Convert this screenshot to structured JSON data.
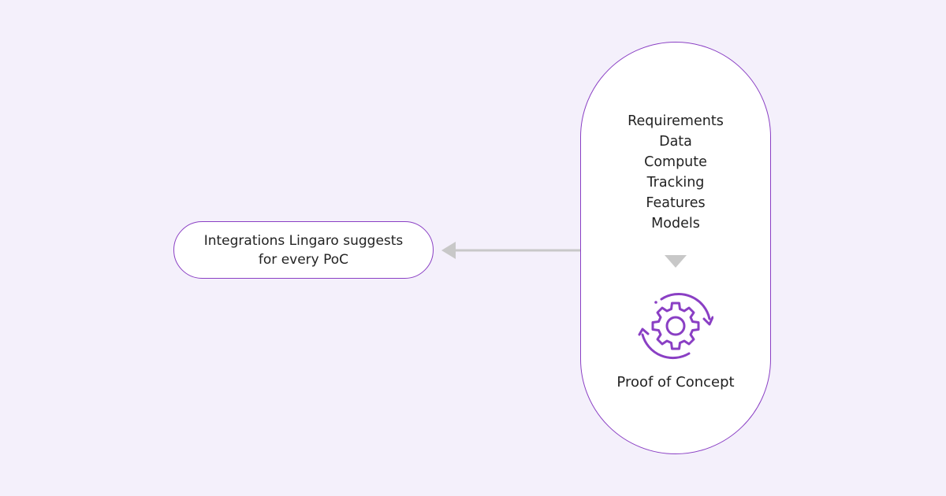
{
  "left_box": {
    "line1": "Integrations Lingaro suggests",
    "line2": "for every PoC"
  },
  "right_box": {
    "items": [
      "Requirements",
      "Data",
      "Compute",
      "Tracking",
      "Features",
      "Models"
    ],
    "bottom_label": "Proof of Concept"
  },
  "colors": {
    "background": "#f4f0fb",
    "accent": "#8a3fc4",
    "arrow": "#c8c8c8",
    "text": "#222222"
  },
  "icons": {
    "center": "gear-with-cycle-arrows-icon",
    "down": "down-triangle-icon",
    "connector": "left-arrow-icon"
  }
}
